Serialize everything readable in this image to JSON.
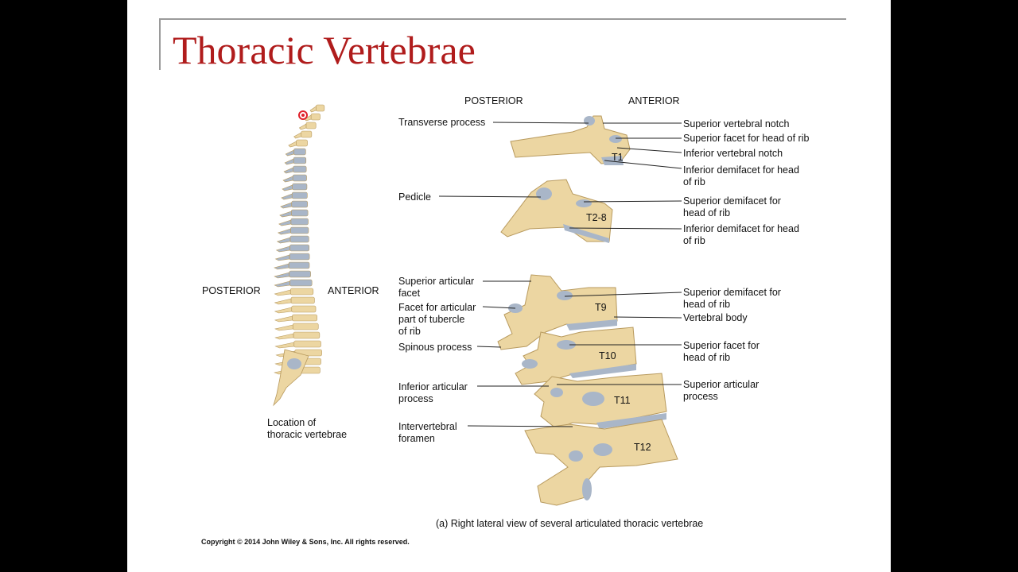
{
  "slide": {
    "title": "Thoracic Vertebrae",
    "copyright": "Copyright © 2014 John Wiley & Sons, Inc. All rights reserved."
  },
  "spine_view": {
    "posterior": "POSTERIOR",
    "anterior": "ANTERIOR",
    "caption_line1": "Location of",
    "caption_line2": "thoracic vertebrae"
  },
  "detail_view": {
    "posterior": "POSTERIOR",
    "anterior": "ANTERIOR",
    "vertebra_labels": [
      "T1",
      "T2-8",
      "T9",
      "T10",
      "T11",
      "T12"
    ],
    "left_labels": [
      [
        "Transverse process"
      ],
      [
        "Pedicle"
      ],
      [
        "Superior articular",
        "facet"
      ],
      [
        "Facet for articular",
        "part of tubercle",
        "of rib"
      ],
      [
        "Spinous process"
      ],
      [
        "Inferior articular",
        "process"
      ],
      [
        "Intervertebral",
        "foramen"
      ]
    ],
    "right_labels": [
      [
        "Superior vertebral notch"
      ],
      [
        "Superior facet for head of rib"
      ],
      [
        "Inferior vertebral notch"
      ],
      [
        "Inferior demifacet for head",
        "of rib"
      ],
      [
        "Superior demifacet for",
        "head of rib"
      ],
      [
        "Inferior demifacet for head",
        "of rib"
      ],
      [
        "Superior demifacet for",
        "head of rib"
      ],
      [
        "Vertebral body"
      ],
      [
        "Superior facet for",
        "head of rib"
      ],
      [
        "Superior articular",
        "process"
      ]
    ],
    "caption": "(a) Right lateral view of several articulated thoracic vertebrae"
  },
  "colors": {
    "title": "#b01c1c",
    "bone": "#ecd6a2",
    "bone_outline": "#b89a5e",
    "cartilage": "#a9b6c8"
  }
}
